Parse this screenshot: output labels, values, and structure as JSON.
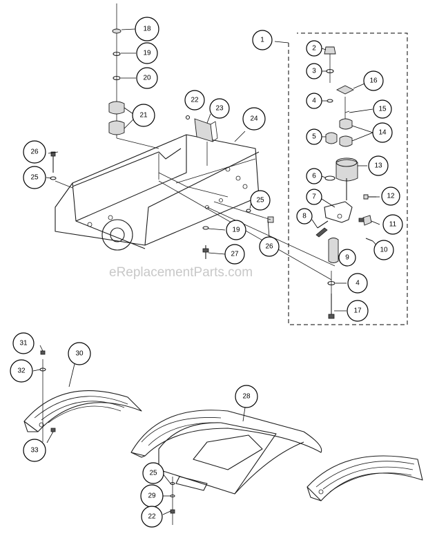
{
  "watermark": "eReplacementParts.com",
  "callouts": [
    "1",
    "2",
    "3",
    "4",
    "5",
    "6",
    "7",
    "8",
    "9",
    "10",
    "11",
    "12",
    "13",
    "14",
    "15",
    "16",
    "17",
    "18",
    "19",
    "20",
    "21",
    "22",
    "23",
    "24",
    "25",
    "26",
    "27",
    "28",
    "29",
    "30",
    "31",
    "32",
    "33"
  ],
  "labels": {
    "c1": "1",
    "c2": "2",
    "c3": "3",
    "c4a": "4",
    "c4b": "4",
    "c5": "5",
    "c6": "6",
    "c7": "7",
    "c8": "8",
    "c9": "9",
    "c10": "10",
    "c11": "11",
    "c12": "12",
    "c13": "13",
    "c14": "14",
    "c15": "15",
    "c16": "16",
    "c17": "17",
    "c18": "18",
    "c19a": "19",
    "c19b": "19",
    "c20": "20",
    "c21": "21",
    "c22a": "22",
    "c22b": "22",
    "c23": "23",
    "c24": "24",
    "c25a": "25",
    "c25b": "25",
    "c25c": "25",
    "c26a": "26",
    "c26b": "26",
    "c27": "27",
    "c28": "28",
    "c29": "29",
    "c30": "30",
    "c31": "31",
    "c32": "32",
    "c33": "33"
  }
}
